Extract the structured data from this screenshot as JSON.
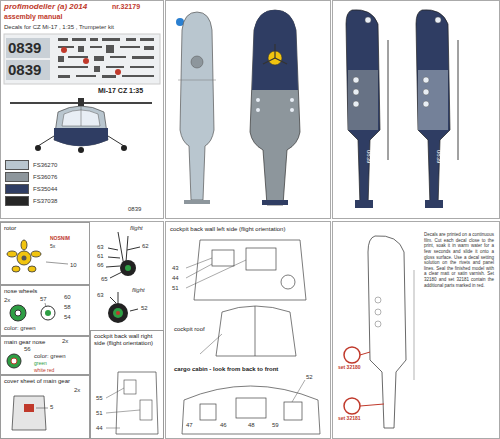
{
  "diagram": {
    "nodes": [
      {
        "text": [
          "rotor"
        ]
      },
      {
        "text": [
          "nose wheels"
        ]
      },
      {
        "text": [
          "main gear nose"
        ]
      },
      {
        "text": [
          "cover sheet of main gear"
        ]
      },
      {
        "text": [
          "cockpit back wall right side (flight orientation)"
        ]
      }
    ],
    "labels": [
      "profimodeller (a) 2014",
      "assembly manual",
      "nr.32179",
      "Decals for CZ Mi-17 , 1:35 , Trumpeter kit",
      "0839",
      "0839",
      "Mi-17 CZ 1:35",
      "0839",
      "0839",
      "0839",
      "0839",
      "NOSNIM",
      "5x",
      "10",
      "flight",
      "63",
      "61",
      "62",
      "66",
      "65",
      "flight",
      "52",
      "63",
      "2x",
      "57",
      "60",
      "58",
      "54",
      "color: green",
      "2x",
      "56",
      "color: green",
      "green",
      "white red",
      "2x",
      "5",
      "55",
      "51",
      "44",
      "cockpit back wall left side (flight orientation)",
      "43",
      "44",
      "51",
      "cockpit roof",
      "cargo cabin - look from back to front",
      "52",
      "47",
      "46",
      "48",
      "59",
      "set 32180",
      "set 32181",
      "Decals are printed on a continuous film. Cut each decal close to the print, soak it in warm water for a few seconds and slide it onto a gloss surface. Use a decal setting solution on the rivets and panel lines. Seal the finished model with a clear matt or satin varnish. Set 32180 and set 32181 contain the additional parts marked in red."
    ],
    "legend": [
      {
        "text": "FS36270",
        "color": "#b9c6cf"
      },
      {
        "text": "FS36076",
        "color": "#8d969c"
      },
      {
        "text": "FS35044",
        "color": "#2f3d63"
      },
      {
        "text": "FS37038",
        "color": "#262626"
      }
    ]
  }
}
